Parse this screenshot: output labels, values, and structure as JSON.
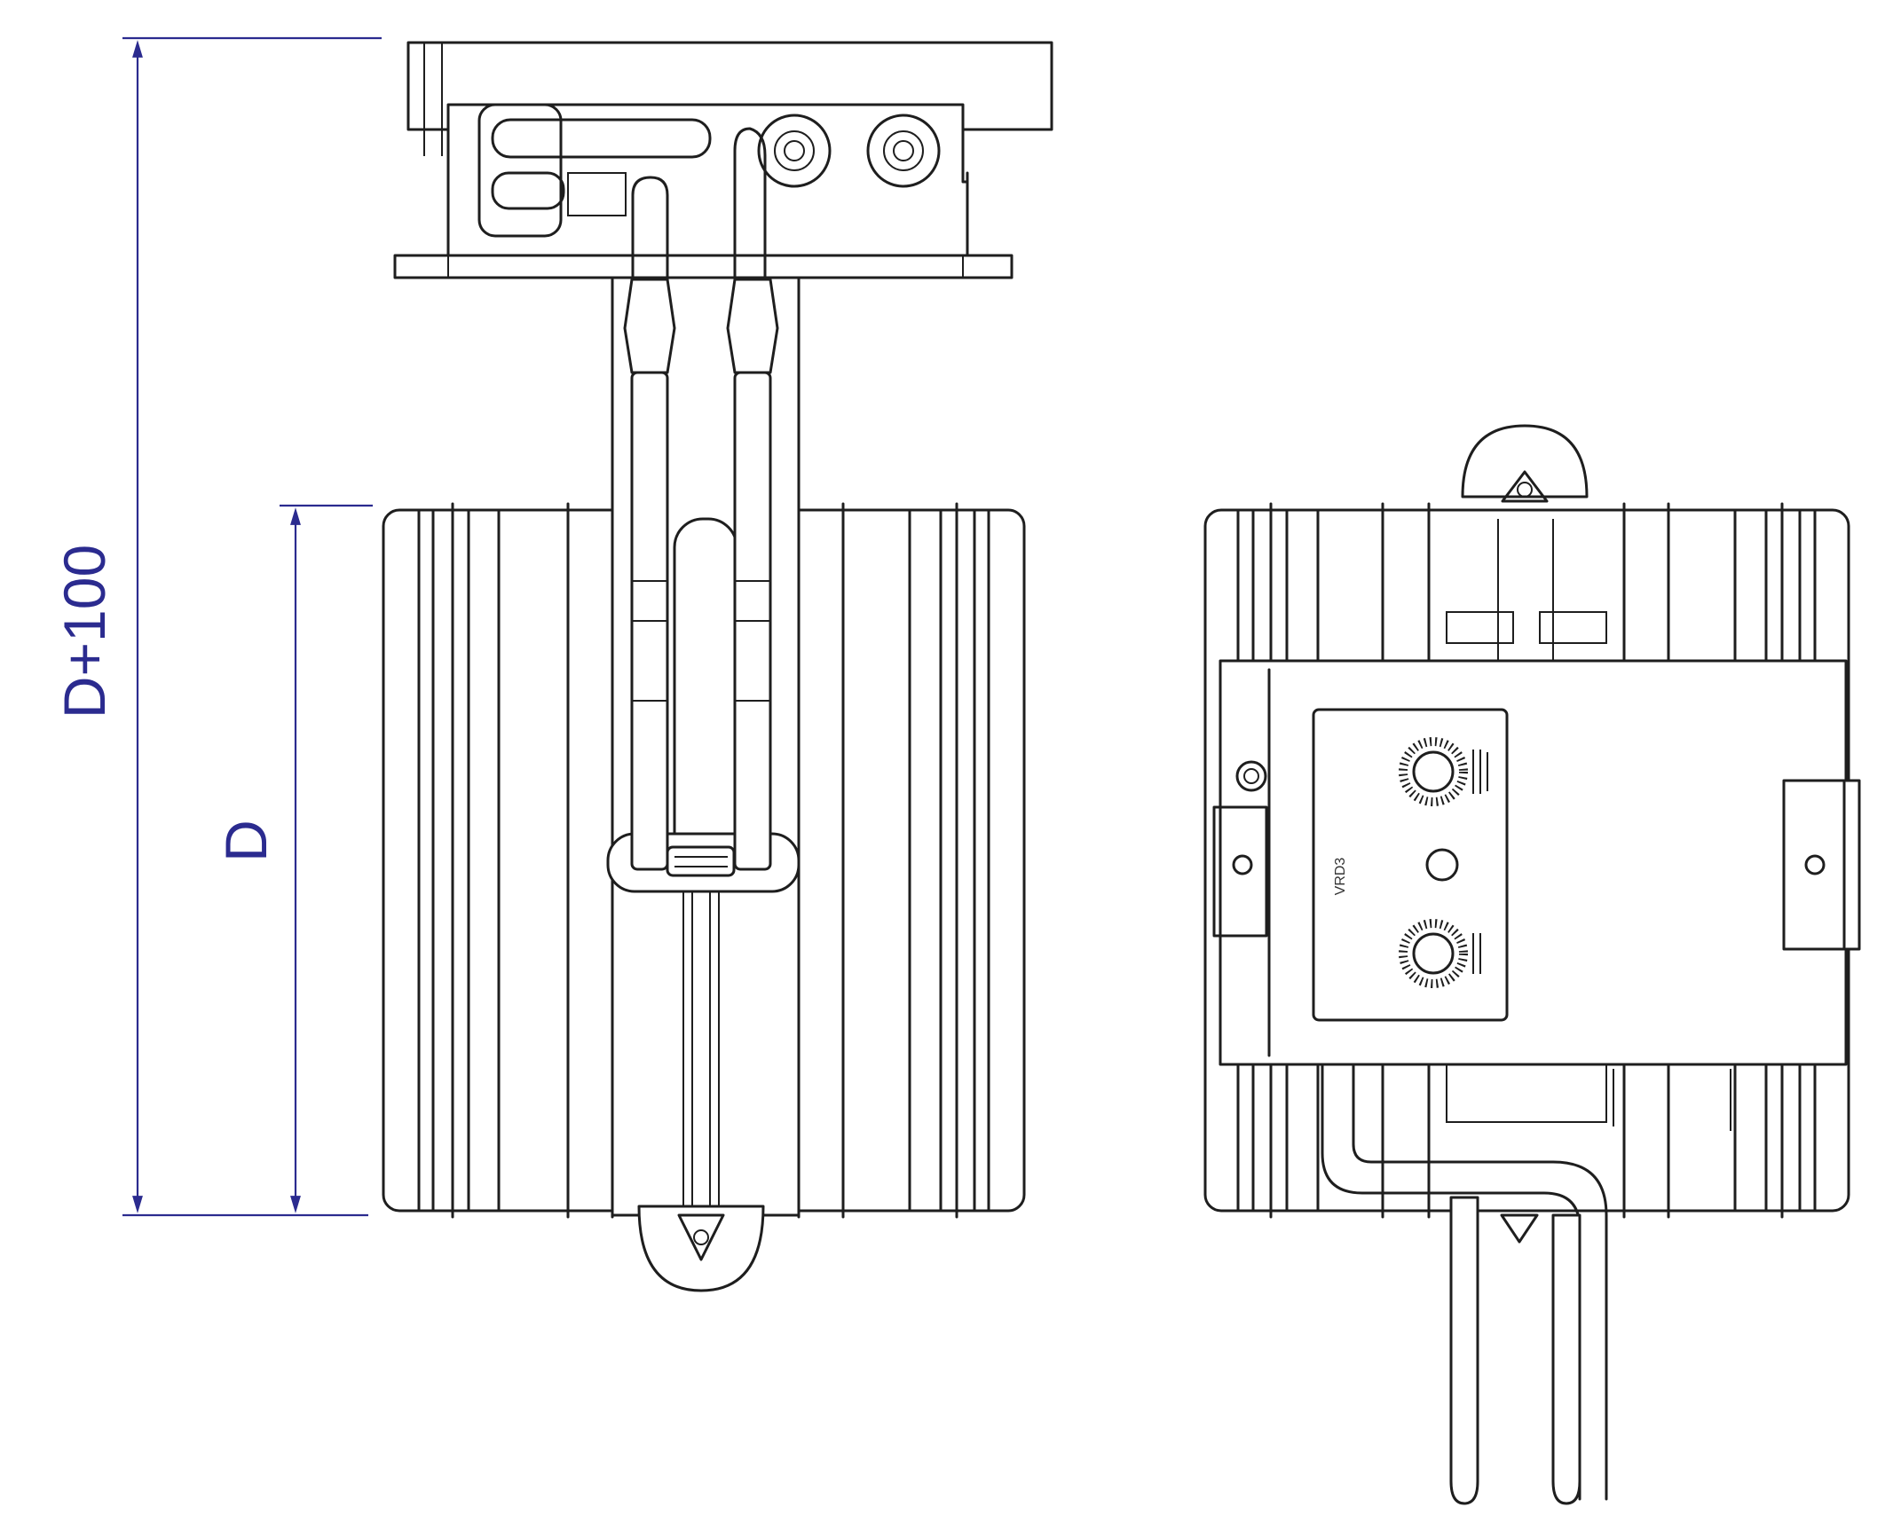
{
  "dimensions": {
    "overall_label": "D+100",
    "diameter_label": "D"
  },
  "controller": {
    "model_label": "VRD3"
  },
  "colors": {
    "dimension": "#2b2b8f",
    "line": "#1e1e1e",
    "background": "#ffffff"
  }
}
